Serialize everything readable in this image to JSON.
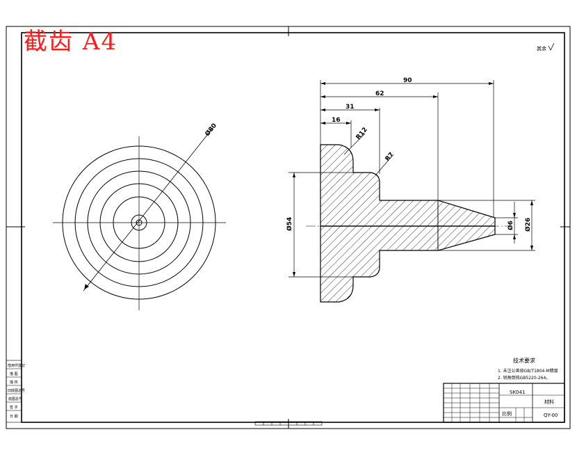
{
  "title_stamp": "截齿  A4",
  "roughness_note": "其余",
  "front_view": {
    "diameter_label": "Ø80"
  },
  "section_view": {
    "dims": {
      "len_90": "90",
      "len_62": "62",
      "len_31": "31",
      "len_16": "16",
      "r12": "R12",
      "r7": "R7",
      "dia_54": "Ø54",
      "dia_6": "Ø6",
      "dia_26": "Ø26"
    }
  },
  "tech_requirements": {
    "heading": "技术要求",
    "line1": "1. 未注公差按GB/T1804-M精度",
    "line2": "2. 锐角倒钝GB5220-264。"
  },
  "title_block": {
    "part_code": "SK041",
    "scale_label": "比例",
    "sheet": "QY-00",
    "material": "材料"
  },
  "left_strip": {
    "cells": [
      "借用件登记",
      "描 图",
      "描 校",
      "旧底图总号",
      "底图总号",
      "签 字",
      "日 期"
    ]
  },
  "colors": {
    "stamp": "#ff1a1a",
    "line": "#000000"
  }
}
